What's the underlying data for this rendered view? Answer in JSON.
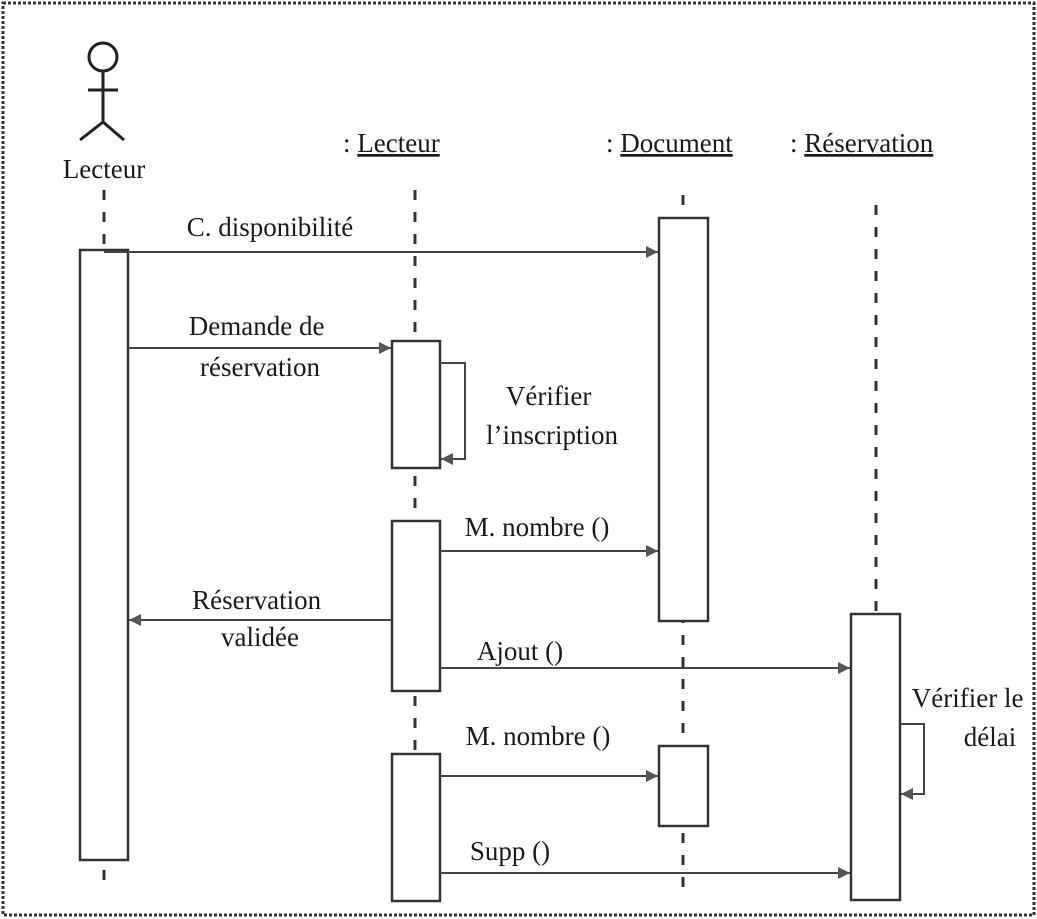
{
  "diagram": {
    "actor": {
      "name": "Lecteur"
    },
    "lifelines": [
      {
        "id": "lecteur",
        "prefix": ": ",
        "name": "Lecteur"
      },
      {
        "id": "document",
        "prefix": ": ",
        "name": "Document"
      },
      {
        "id": "reservation",
        "prefix": ": ",
        "name": "Réservation"
      }
    ],
    "messages": [
      {
        "id": "c-disponibilite",
        "lines": [
          "C. disponibilité"
        ],
        "from": "actor",
        "to": "document"
      },
      {
        "id": "demande-reservation",
        "lines": [
          "Demande de",
          "réservation"
        ],
        "from": "actor",
        "to": "lecteur"
      },
      {
        "id": "verifier-inscription",
        "lines": [
          "Vérifier",
          "l’inscription"
        ],
        "from": "lecteur",
        "to": "lecteur"
      },
      {
        "id": "m-nombre-1",
        "lines": [
          "M. nombre ()"
        ],
        "from": "lecteur",
        "to": "document"
      },
      {
        "id": "reservation-validee",
        "lines": [
          "Réservation",
          "validée"
        ],
        "from": "lecteur",
        "to": "actor"
      },
      {
        "id": "ajout",
        "lines": [
          "Ajout ()"
        ],
        "from": "lecteur",
        "to": "reservation"
      },
      {
        "id": "verifier-delai",
        "lines": [
          "Vérifier le",
          "délai"
        ],
        "from": "reservation",
        "to": "reservation"
      },
      {
        "id": "m-nombre-2",
        "lines": [
          "M. nombre ()"
        ],
        "from": "lecteur",
        "to": "document"
      },
      {
        "id": "supp",
        "lines": [
          "Supp ()"
        ],
        "from": "lecteur",
        "to": "reservation"
      }
    ]
  }
}
